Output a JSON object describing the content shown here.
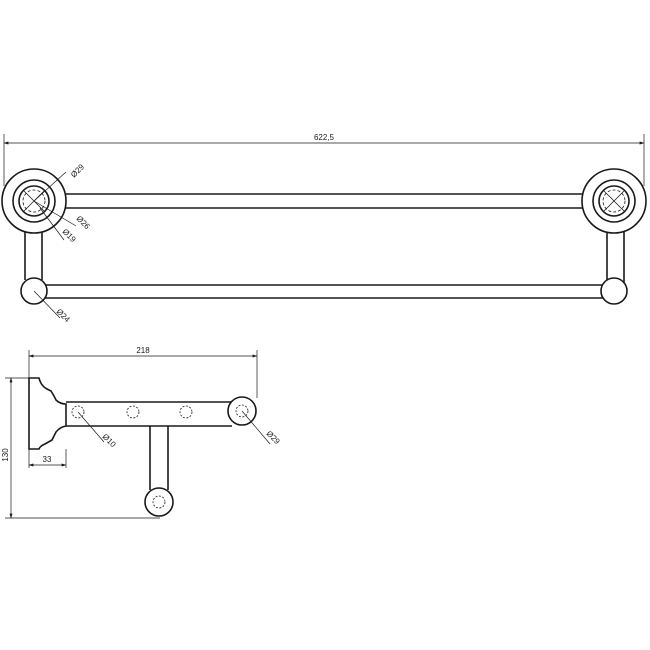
{
  "dimensions": {
    "overall_length": "622,5",
    "backplate_diameter": "Ø29",
    "flange_diameter": "Ø26",
    "rod_diameter": "Ø19",
    "lower_end_diameter": "Ø24",
    "projection_depth": "218",
    "side_hole_diameter": "Ø10",
    "side_end_diameter": "Ø29",
    "height": "130",
    "base_offset": "33"
  }
}
